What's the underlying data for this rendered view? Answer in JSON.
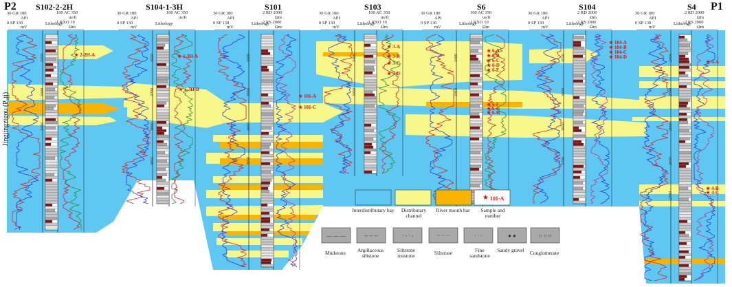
{
  "profile": {
    "left_end": "P2",
    "right_end": "P1",
    "formation": "Jingjingzigou (P₂jj)"
  },
  "wells": [
    {
      "name": "S102-2-2H",
      "h1": "GR",
      "h2": "API",
      "h3": "SP",
      "h4": "mV",
      "s1": "30",
      "s2": "180",
      "s3": "0",
      "s4": "130",
      "lith": "Lithology",
      "r1": "AC",
      "r2": "us/ft",
      "r3": "RXO",
      "r4": "Ωm",
      "rs1": "100",
      "rs2": "350",
      "rs3": "1",
      "rs4": "10",
      "depths": [
        "3350",
        "3400",
        "3450"
      ]
    },
    {
      "name": "S104-1-3H",
      "h1": "GR",
      "h2": "API",
      "h3": "SP",
      "h4": "mV",
      "s1": "30",
      "s2": "180",
      "s3": "0",
      "s4": "130",
      "lith": "Lithology",
      "r1": "AC",
      "r2": "us/ft",
      "rs1": "100",
      "rs2": "350",
      "depths": [
        "3650",
        "3700",
        "3800",
        "3850"
      ]
    },
    {
      "name": "S101",
      "h1": "GR",
      "h2": "API",
      "h3": "SP",
      "h4": "mV",
      "s1": "30",
      "s2": "180",
      "s3": "0",
      "s4": "130",
      "lith": "Lithology",
      "r1": "RD",
      "r2": "Ωm",
      "r3": "RS",
      "r4": "Ωm",
      "rs1": "2",
      "rs2": "2000",
      "rs3": "2",
      "rs4": "2000",
      "depths": [
        "3500",
        "3550",
        "3600",
        "3650"
      ]
    },
    {
      "name": "S103",
      "h1": "GR",
      "h2": "API",
      "h3": "SP",
      "h4": "mV",
      "s1": "30",
      "s2": "180",
      "s3": "0",
      "s4": "130",
      "lith": "Lithology",
      "r1": "AC",
      "r2": "us/ft",
      "r3": "RXO",
      "r4": "Ωm",
      "rs1": "100",
      "rs2": "350",
      "rs3": "1",
      "rs4": "10",
      "depths": [
        "3400",
        "3450"
      ]
    },
    {
      "name": "S6",
      "h1": "GR",
      "h2": "API",
      "h3": "SP",
      "h4": "mV",
      "s1": "30",
      "s2": "180",
      "s3": "0",
      "s4": "130",
      "lith": "Lithology",
      "r1": "AC",
      "r2": "us/ft",
      "r3": "RXO",
      "r4": "Ωm",
      "rs1": "100",
      "rs2": "350",
      "rs3": "1",
      "rs4": "10",
      "depths": [
        "3400",
        "3450"
      ]
    },
    {
      "name": "S104",
      "h1": "GR",
      "h2": "API",
      "h3": "SP",
      "h4": "mV",
      "s1": "30",
      "s2": "180",
      "s3": "0",
      "s4": "130",
      "lith": "Lithology",
      "r1": "RD",
      "r2": "Ωm",
      "r3": "RS",
      "r4": "Ωm",
      "rs1": "2",
      "rs2": "2000",
      "rs3": "2",
      "rs4": "2000",
      "depths": [
        "3550",
        "3600",
        "3650",
        "3700"
      ]
    },
    {
      "name": "S4",
      "h1": "GR",
      "h2": "API",
      "h3": "SP",
      "h4": "mV",
      "s1": "30",
      "s2": "180",
      "s3": "0",
      "s4": "130",
      "lith": "Lithology",
      "r1": "RD",
      "r2": "Ωm",
      "r3": "RS",
      "r4": "Ωm",
      "rs1": "2",
      "rs2": "2000",
      "rs3": "2",
      "rs4": "2000",
      "depths": [
        "2450",
        "2500",
        "2600",
        "2650",
        "2700"
      ]
    }
  ],
  "samples": [
    "2-2H-A",
    "1-3H-A",
    "1-3H-B",
    "101-A",
    "101-C",
    "3-A",
    "3-B",
    "3-C",
    "3-D",
    "6-A",
    "6-B",
    "6-C",
    "6-D",
    "6-E",
    "6-F",
    "6-G",
    "6-H",
    "104-A",
    "104-B",
    "104-C",
    "104-D",
    "4-A",
    "4-B",
    "4-C"
  ],
  "legend": {
    "facies": [
      {
        "label": "Interdistributary bay",
        "color": "#5ec8f2"
      },
      {
        "label": "Distributary channel",
        "color": "#f7f78a"
      },
      {
        "label": "River mouth bar",
        "color": "#f9b400"
      },
      {
        "label": "Sample and number",
        "color": "#ffffff"
      }
    ],
    "sample_example": "101-A",
    "lithologies": [
      "Mudstone",
      "Argillaceous siltstone",
      "Siltstone mustone",
      "Siltstone",
      "Fine sandstone",
      "Sandy gravel",
      "Conglomerate"
    ]
  },
  "colors": {
    "bay": "#5ec8f2",
    "channel": "#f7f78a",
    "bar": "#f9b400",
    "gr": "#d8232a",
    "sp": "#2a3bd4",
    "ac": "#2e8b3a",
    "mud": "#7a1818",
    "star": "#e01010"
  }
}
